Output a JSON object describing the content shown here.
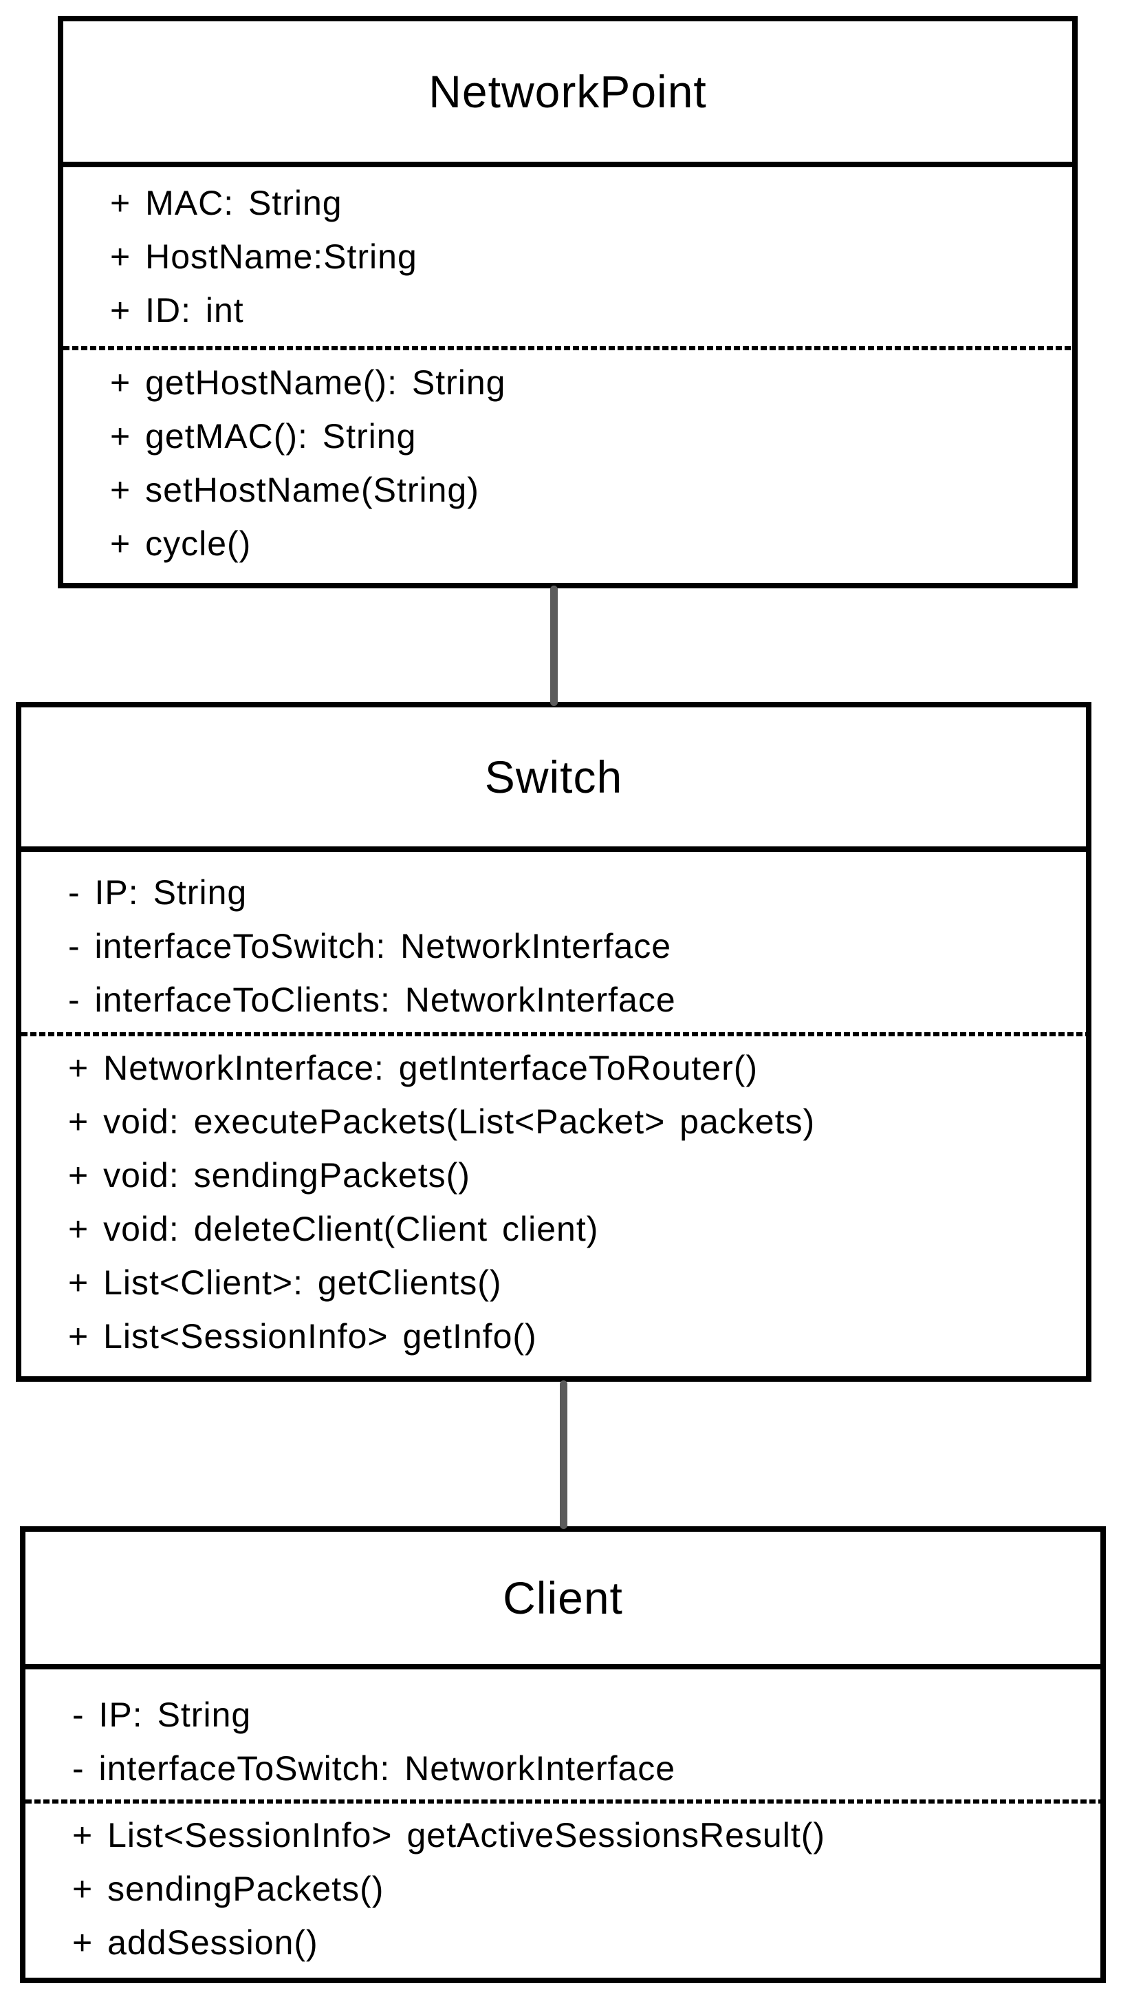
{
  "diagram": {
    "type": "uml-class-diagram",
    "colors": {
      "background": "#ffffff",
      "border": "#000000",
      "text": "#000000",
      "connector": "#5b5b5b"
    },
    "classes": [
      {
        "name": "NetworkPoint",
        "attributes": [
          "+ MAC: String",
          "+ HostName:String",
          "+ ID: int"
        ],
        "methods": [
          "+ getHostName(): String",
          "+ getMAC(): String",
          "+ setHostName(String)",
          "+ cycle()"
        ]
      },
      {
        "name": "Switch",
        "attributes": [
          "- IP: String",
          "- interfaceToSwitch: NetworkInterface",
          "- interfaceToClients: NetworkInterface"
        ],
        "methods": [
          "+ NetworkInterface: getInterfaceToRouter()",
          "+ void: executePackets(List<Packet> packets)",
          "+ void: sendingPackets()",
          "+ void: deleteClient(Client client)",
          "+ List<Client>: getClients()",
          "+ List<SessionInfo> getInfo()"
        ]
      },
      {
        "name": "Client",
        "attributes": [
          "- IP: String",
          "- interfaceToSwitch: NetworkInterface"
        ],
        "methods": [
          "+ List<SessionInfo> getActiveSessionsResult()",
          "+ sendingPackets()",
          "+ addSession()"
        ]
      }
    ],
    "relationships": [
      {
        "from": "NetworkPoint",
        "to": "Switch"
      },
      {
        "from": "Switch",
        "to": "Client"
      }
    ]
  }
}
